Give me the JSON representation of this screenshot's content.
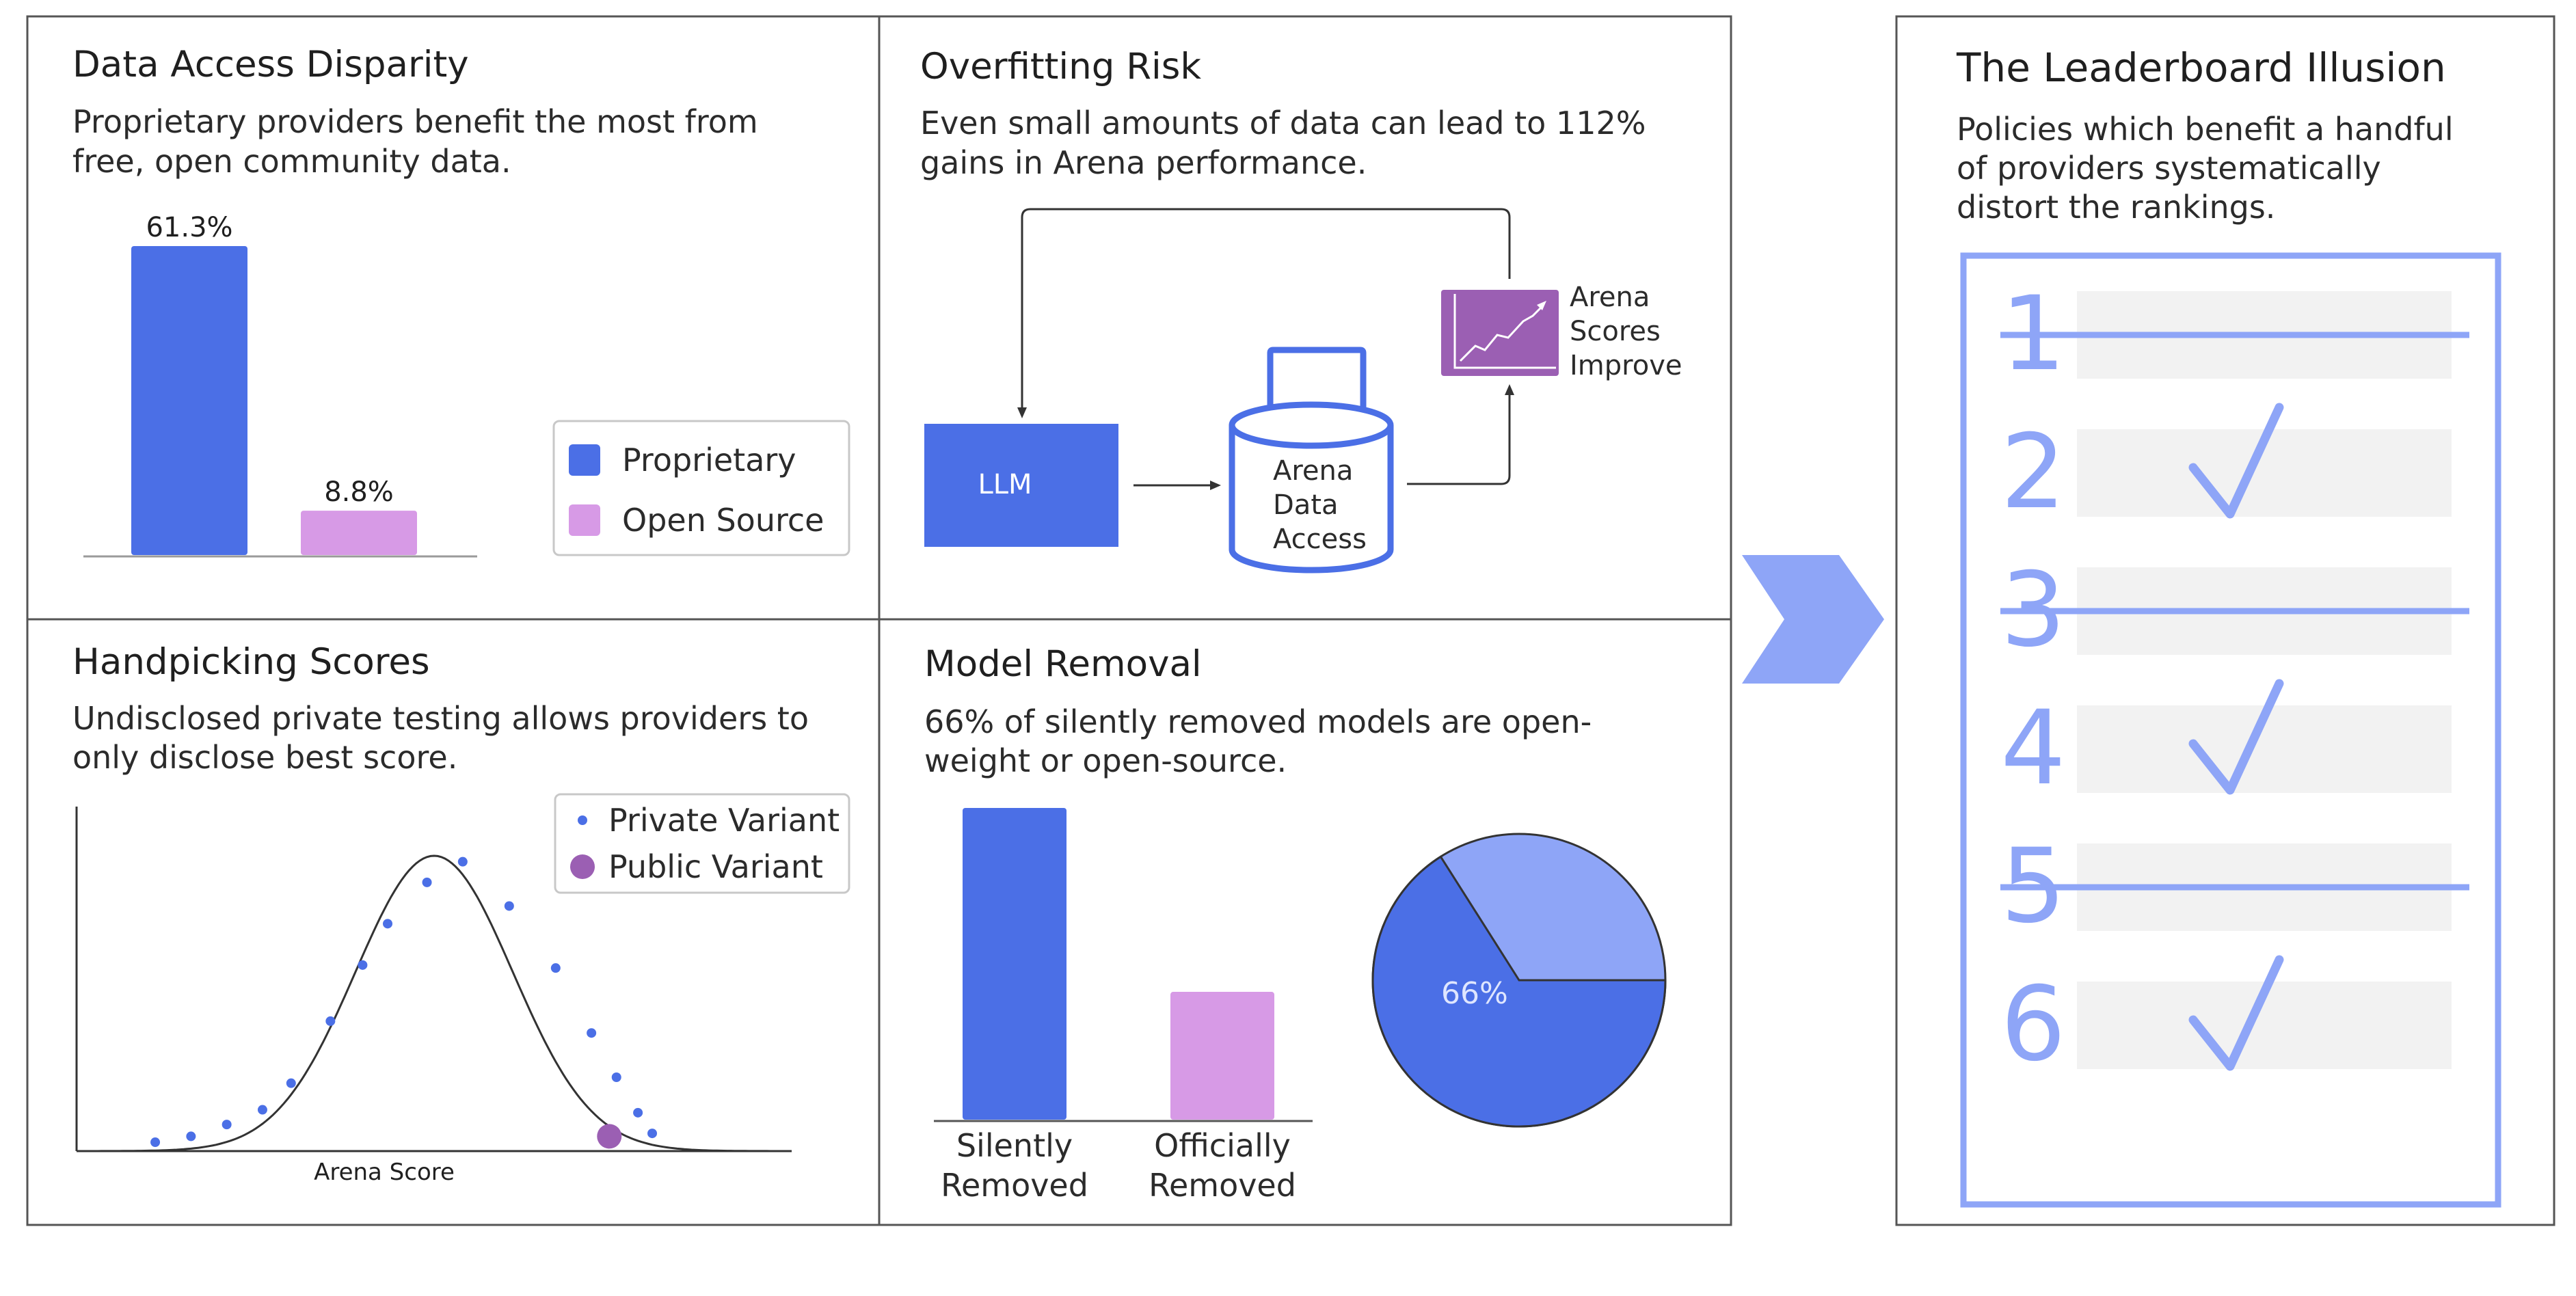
{
  "panels": {
    "data_access": {
      "title": "Data Access Disparity",
      "subtitle_lines": [
        "Proprietary providers benefit the most from",
        "free, open community data."
      ],
      "legend": [
        "Proprietary",
        "Open Source"
      ]
    },
    "overfitting": {
      "title": "Overfitting Risk",
      "subtitle_lines": [
        "Even small amounts of data can lead to 112%",
        "gains in Arena performance."
      ],
      "llm_label": "LLM",
      "db_label_lines": [
        "Arena",
        "Data",
        "Access"
      ],
      "improve_label_lines": [
        "Arena",
        "Scores",
        "Improve"
      ]
    },
    "handpicking": {
      "title": "Handpicking Scores",
      "subtitle_lines": [
        "Undisclosed private testing allows providers to",
        "only disclose best score."
      ],
      "legend": [
        "Private Variant",
        "Public Variant"
      ],
      "xlabel": "Arena Score"
    },
    "model_removal": {
      "title": "Model Removal",
      "subtitle_lines": [
        "66% of silently removed models are open-",
        "weight or open-source."
      ],
      "bar_labels": [
        [
          "Silently",
          "Removed"
        ],
        [
          "Officially",
          "Removed"
        ]
      ],
      "pie_label": "66%"
    },
    "leaderboard": {
      "title": "The Leaderboard Illusion",
      "subtitle_lines": [
        "Policies which benefit a handful",
        "of providers systematically",
        "distort the rankings."
      ],
      "ranks": [
        {
          "label": "1",
          "status": "struck"
        },
        {
          "label": "2",
          "status": "check"
        },
        {
          "label": "3",
          "status": "struck"
        },
        {
          "label": "4",
          "status": "check"
        },
        {
          "label": "5",
          "status": "struck"
        },
        {
          "label": "6",
          "status": "check"
        }
      ]
    }
  },
  "colors": {
    "proprietary": "#4b6fe6",
    "open_source": "#d79ae6",
    "purple": "#9b5fb3",
    "light_blue": "#8ea5f7",
    "panel_border": "#555555",
    "rank_row_bg": "#f2f2f2"
  },
  "chart_data": [
    {
      "type": "bar",
      "categories": [
        "Proprietary",
        "Open Source"
      ],
      "values": [
        61.3,
        8.8
      ],
      "data_labels": [
        "61.3%",
        "8.8%"
      ],
      "unit": "%",
      "ylim": [
        0,
        61.3
      ],
      "legend_position": "right"
    },
    {
      "type": "line",
      "xlabel": "Arena Score",
      "series": [
        {
          "name": "Private Variant",
          "kind": "scatter",
          "x": [
            0.11,
            0.16,
            0.21,
            0.26,
            0.3,
            0.355,
            0.4,
            0.435,
            0.49,
            0.54,
            0.605,
            0.67,
            0.72,
            0.755,
            0.785,
            0.805
          ],
          "y": [
            0.03,
            0.05,
            0.09,
            0.14,
            0.23,
            0.44,
            0.63,
            0.77,
            0.91,
            0.98,
            0.83,
            0.62,
            0.4,
            0.25,
            0.13,
            0.06
          ]
        },
        {
          "name": "Public Variant",
          "kind": "scatter",
          "x": [
            0.745
          ],
          "y": [
            0.05
          ]
        }
      ],
      "curve_mean": 0.5,
      "curve_sd": 0.11,
      "legend_position": "top-right"
    },
    {
      "type": "bar",
      "categories": [
        "Silently Removed",
        "Officially Removed"
      ],
      "values": [
        1.0,
        0.41
      ],
      "note": "relative heights, no values printed"
    },
    {
      "type": "pie",
      "slices": [
        {
          "label": "66%",
          "value": 66,
          "color": "#4b6fe6"
        },
        {
          "label": "",
          "value": 34,
          "color": "#8ea5f7"
        }
      ]
    }
  ]
}
